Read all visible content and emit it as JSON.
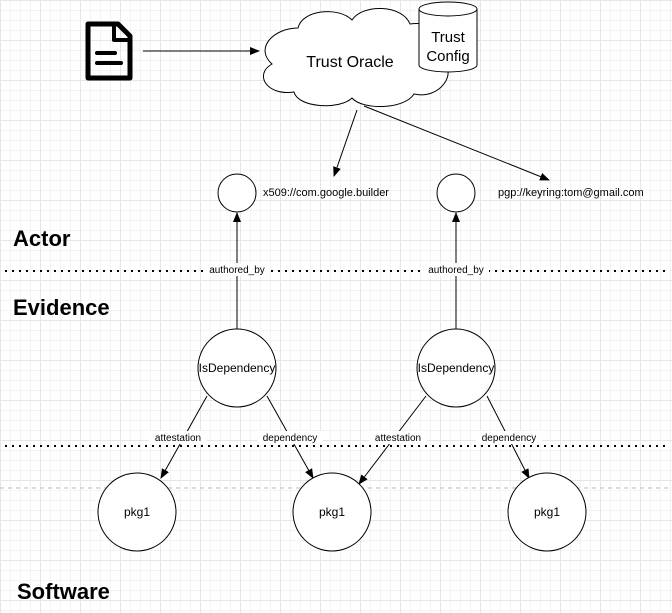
{
  "lanes": {
    "actor": "Actor",
    "evidence": "Evidence",
    "software": "Software"
  },
  "oracle": {
    "label": "Trust Oracle"
  },
  "config": {
    "line1": "Trust",
    "line2": "Config"
  },
  "document": {
    "icon": "document-icon"
  },
  "actors": {
    "left": "x509://com.google.builder",
    "right": "pgp://keyring:tom@gmail.com"
  },
  "evidence": {
    "left": "IsDependency",
    "right": "IsDependency"
  },
  "edges": {
    "authored_by": "authored_by",
    "attestation": "attestation",
    "dependency": "dependency"
  },
  "packages": {
    "p1": "pkg1",
    "p2": "pkg1",
    "p3": "pkg1"
  },
  "colors": {
    "stroke": "#000000",
    "fill": "#ffffff",
    "grid": "#e6e6e6",
    "divider": "#000000"
  }
}
